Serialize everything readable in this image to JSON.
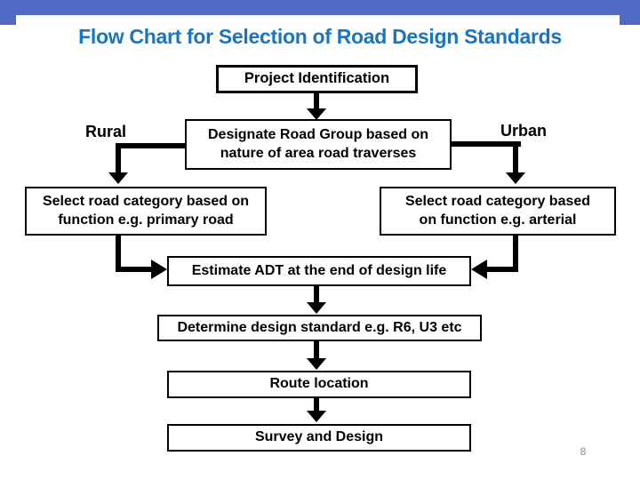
{
  "slide": {
    "title": "Flow Chart for Selection of Road Design Standards",
    "page_number": "8"
  },
  "colors": {
    "top_bar": "#4F6BC5",
    "title_text": "#1B75BC",
    "box_border": "#000000",
    "arrow": "#000000",
    "page_number_text": "#8A8A8A"
  },
  "flowchart": {
    "branch_labels": {
      "left": "Rural",
      "right": "Urban"
    },
    "nodes": [
      {
        "id": "project-identification",
        "label": "Project Identification"
      },
      {
        "id": "designate-road-group",
        "label": "Designate Road Group based on\nnature of area road traverses"
      },
      {
        "id": "select-category-rural",
        "label": "Select road category based on\nfunction e.g. primary road"
      },
      {
        "id": "select-category-urban",
        "label": "Select road category based\non function e.g. arterial"
      },
      {
        "id": "estimate-adt",
        "label": "Estimate ADT at the end of design life"
      },
      {
        "id": "determine-design-standard",
        "label": "Determine design standard e.g. R6, U3 etc"
      },
      {
        "id": "route-location",
        "label": "Route location"
      },
      {
        "id": "survey-and-design",
        "label": "Survey and Design"
      }
    ],
    "edges": [
      {
        "from": "project-identification",
        "to": "designate-road-group"
      },
      {
        "from": "designate-road-group",
        "to": "select-category-rural",
        "branch": "Rural"
      },
      {
        "from": "designate-road-group",
        "to": "select-category-urban",
        "branch": "Urban"
      },
      {
        "from": "select-category-rural",
        "to": "estimate-adt"
      },
      {
        "from": "select-category-urban",
        "to": "estimate-adt"
      },
      {
        "from": "estimate-adt",
        "to": "determine-design-standard"
      },
      {
        "from": "determine-design-standard",
        "to": "route-location"
      },
      {
        "from": "route-location",
        "to": "survey-and-design"
      }
    ]
  }
}
